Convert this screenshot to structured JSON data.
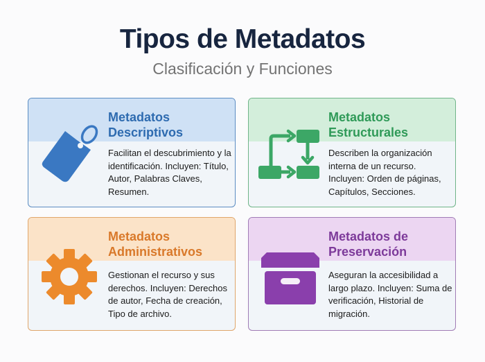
{
  "header": {
    "title": "Tipos de Metadatos",
    "subtitle": "Clasificación y Funciones"
  },
  "cards": [
    {
      "title_line1": "Metadatos",
      "title_line2": "Descriptivos",
      "description": "Facilitan el descubrimiento y la identificación. Incluyen: Título, Autor, Palabras Claves, Resumen.",
      "icon": "tag-icon",
      "accent": "#3a78c2",
      "band_color": "#cfe1f5"
    },
    {
      "title_line1": "Metadatos",
      "title_line2": "Estructurales",
      "description": "Describen la organización interna de un recurso. Incluyen: Orden de páginas, Capítulos, Secciones.",
      "icon": "flowchart-icon",
      "accent": "#3ca766",
      "band_color": "#d3eedb"
    },
    {
      "title_line1": "Metadatos",
      "title_line2": "Administrativos",
      "description": "Gestionan el recurso y sus derechos. Incluyen: Derechos de autor, Fecha de creación, Tipo de archivo.",
      "icon": "gear-icon",
      "accent": "#ec8a2c",
      "band_color": "#fbe3c8"
    },
    {
      "title_line1": "Metadatos de",
      "title_line2": "Preservación",
      "description": "Aseguran la accesibilidad a largo plazo. Incluyen: Suma de verificación, Historial de migración.",
      "icon": "archive-box-icon",
      "accent": "#8a3fac",
      "band_color": "#ecd6f2"
    }
  ]
}
